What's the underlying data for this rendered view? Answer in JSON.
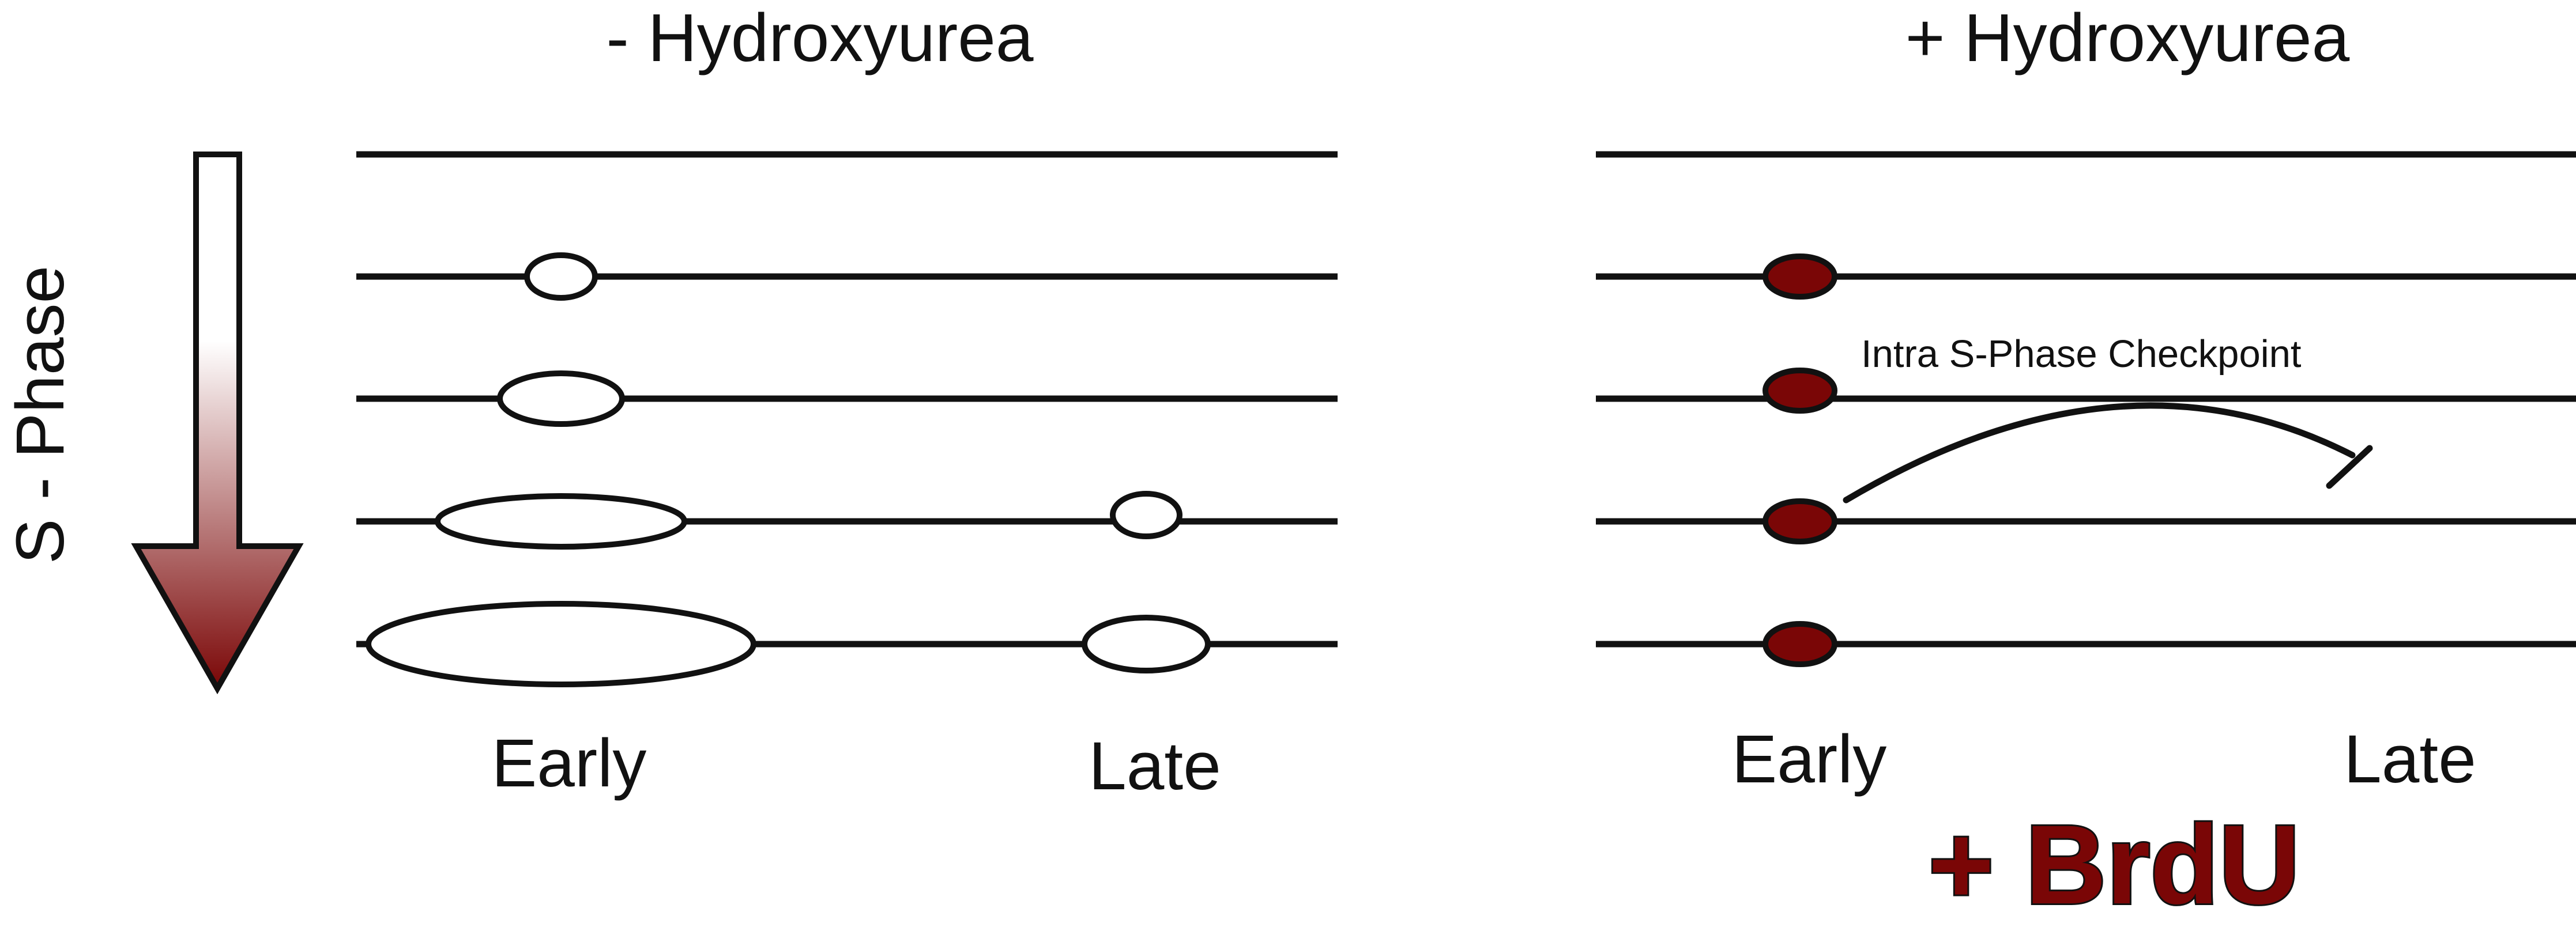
{
  "left_panel": {
    "title": "- Hydroxyurea",
    "label_early": "Early",
    "label_late": "Late"
  },
  "right_panel": {
    "title": "+ Hydroxyurea",
    "label_early": "Early",
    "label_late": "Late",
    "checkpoint_label": "Intra S-Phase Checkpoint",
    "brdu_label": "+ BrdU"
  },
  "phase_arrow": {
    "label": "S - Phase"
  },
  "colors": {
    "line": "#111111",
    "fill_dark_red": "#7a0606",
    "arrow_top": "#ffffff",
    "arrow_bottom": "#7a0606",
    "brdu_text": "#7a0606"
  }
}
